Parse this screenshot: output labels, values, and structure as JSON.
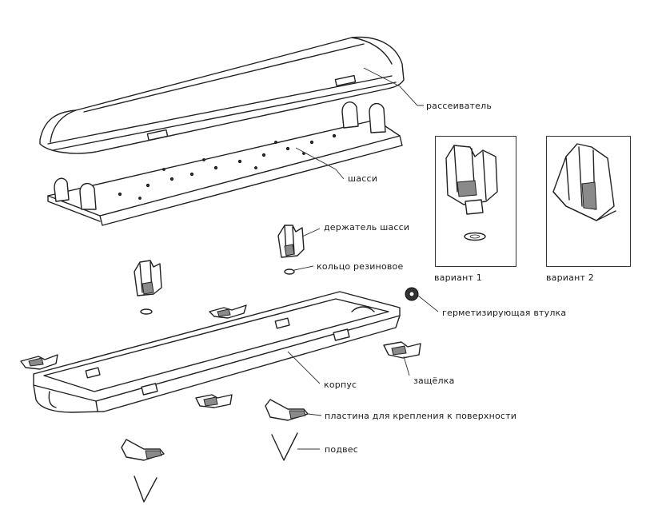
{
  "labels": {
    "diffuser": "рассеиватель",
    "chassis": "шасси",
    "chassis_holder": "держатель шасси",
    "rubber_ring": "кольцо резиновое",
    "sealing_sleeve": "герметизирующая втулка",
    "latch": "защёлка",
    "housing": "корпус",
    "mounting_plate": "пластина для крепления к поверхности",
    "suspension": "подвес"
  },
  "variants": {
    "v1": "вариант 1",
    "v2": "вариант 2"
  }
}
